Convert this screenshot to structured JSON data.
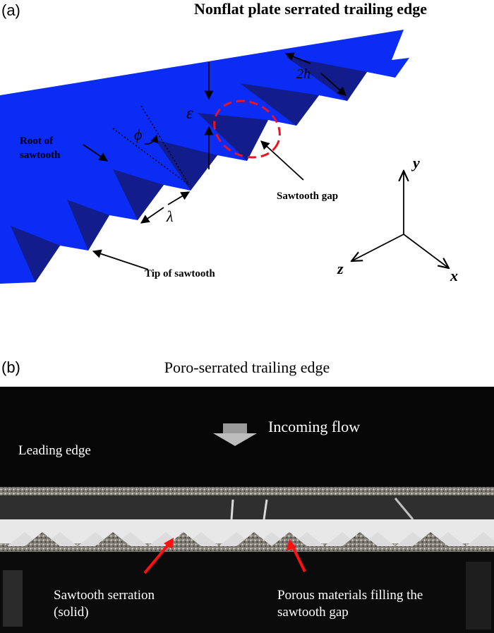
{
  "panel_a": {
    "label": "(a)",
    "title": "Nonflat plate serrated trailing edge",
    "labels": {
      "two_h": "2h",
      "epsilon": "ε",
      "phi": "ϕ",
      "lambda": "λ",
      "root_line1": "Root of",
      "root_line2": "sawtooth",
      "sawtooth_gap": "Sawtooth gap",
      "tip": "Tip of sawtooth"
    },
    "axes": {
      "y": "y",
      "z": "z",
      "x": "x"
    },
    "colors": {
      "plate": "#0a2cf5",
      "tooth_face": "#121c8a",
      "gap_circle": "#e8141e"
    }
  },
  "panel_b": {
    "label": "(b)",
    "title": "Poro-serrated trailing edge",
    "labels": {
      "incoming_flow": "Incoming flow",
      "leading_edge": "Leading edge",
      "serration_line1": "Sawtooth serration",
      "serration_line2": "(solid)",
      "porous_line1": "Porous materials filling the",
      "porous_line2": "sawtooth gap"
    },
    "colors": {
      "arrow": "#ff1010"
    }
  }
}
